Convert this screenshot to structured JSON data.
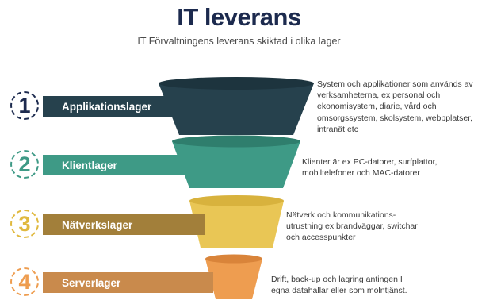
{
  "header": {
    "title": "IT leverans",
    "subtitle": "IT Förvaltningens leverans skiktad i olika lager"
  },
  "layers": [
    {
      "number": "1",
      "label": "Applikationslager",
      "description": "System och applikationer som används av verksamheterna, ex personal och ekonomisystem, diarie, vård och omsorgssystem, skolsystem, webbplatser, intranät etc",
      "color": "#26414d",
      "rim_color": "#1d343e",
      "number_color": "#1c2a4e"
    },
    {
      "number": "2",
      "label": "Klientlager",
      "description": "Klienter är ex PC-datorer, surfplattor, mobiltelefoner och MAC-datorer",
      "color": "#3e9a86",
      "rim_color": "#2f7e6d",
      "number_color": "#3e9a86"
    },
    {
      "number": "3",
      "label": "Nätverkslager",
      "description": "Nätverk och kommunikations-utrustning ex brandväggar, switchar och accesspunkter",
      "color": "#e9c655",
      "rim_color": "#d8b23d",
      "banner_color": "#a27f3a",
      "number_color": "#e0b93f"
    },
    {
      "number": "4",
      "label": "Serverlager",
      "description": "Drift, back-up och lagring antingen I egna datahallar eller som molntjänst.",
      "color": "#ee9d50",
      "rim_color": "#d9843a",
      "banner_color": "#c98a4c",
      "number_color": "#ee9d50"
    }
  ]
}
